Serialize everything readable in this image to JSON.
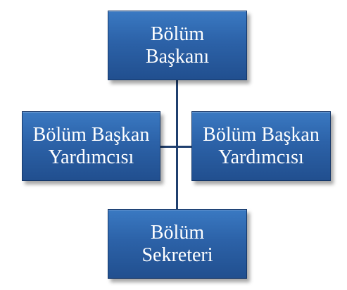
{
  "org_chart": {
    "head": {
      "line1": "Bölüm",
      "line2": "Başkanı"
    },
    "assistant_left": {
      "line1": "Bölüm Başkan",
      "line2": "Yardımcısı"
    },
    "assistant_right": {
      "line1": "Bölüm Başkan",
      "line2": "Yardımcısı"
    },
    "secretary": {
      "line1": "Bölüm",
      "line2": "Sekreteri"
    }
  },
  "colors": {
    "box_fill": "#2c62a8",
    "box_border": "#16386a",
    "connector": "#1f3f6e",
    "text": "#ffffff"
  }
}
